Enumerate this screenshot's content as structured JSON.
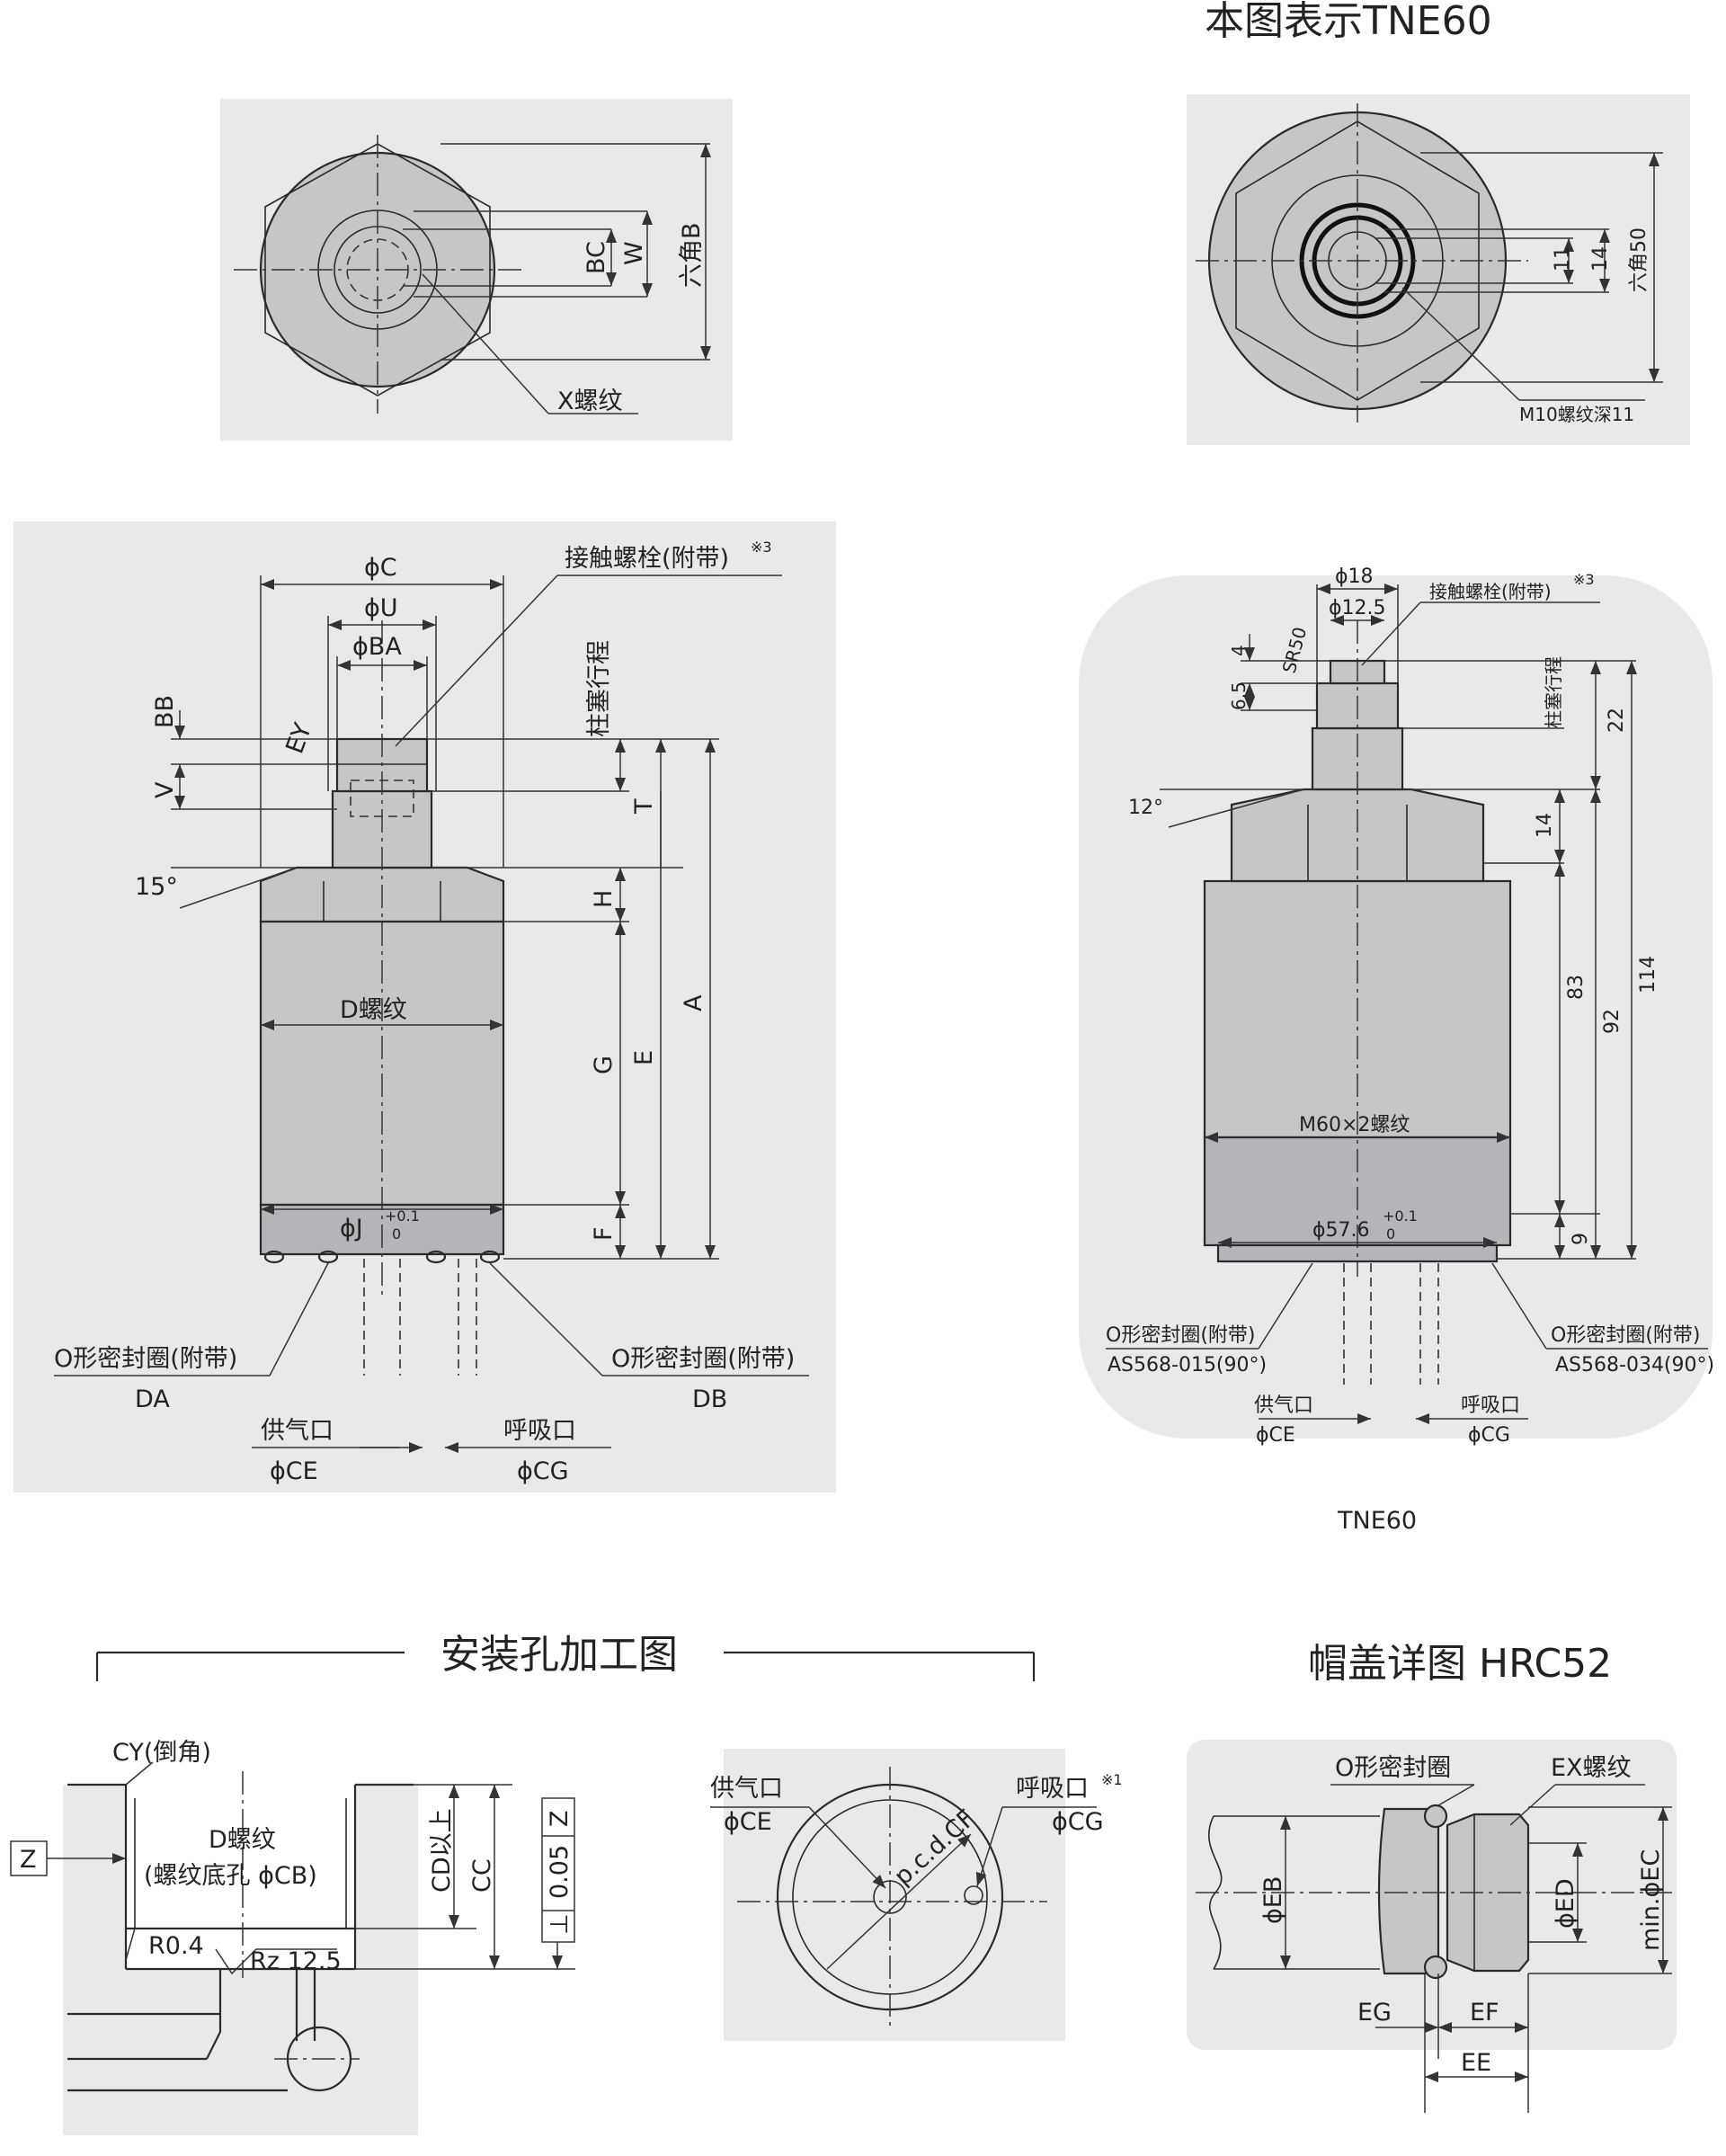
{
  "tne60_title": "本图表示TNE60",
  "tne60_caption": "TNE60",
  "left_top": {
    "bc": "BC",
    "w": "W",
    "hex_b": "六角B",
    "x_thread": "X螺纹"
  },
  "right_top": {
    "d11": "11",
    "d14": "14",
    "hex50": "六角50",
    "m10": "M10螺纹深11"
  },
  "left_side": {
    "phi_c": "ϕC",
    "phi_u": "ϕU",
    "phi_ba": "ϕBA",
    "contact_bolt": "接触螺栓(附带)",
    "note3": "※3",
    "bb": "BB",
    "ey": "EY",
    "v": "V",
    "angle15": "15°",
    "plunger_stroke": "柱塞行程",
    "t": "T",
    "h": "H",
    "g": "G",
    "e": "E",
    "a": "A",
    "f": "F",
    "d_thread": "D螺纹",
    "phi_j": "ϕJ",
    "tol_plus": "+0.1",
    "tol_zero": "0",
    "oring_a": "O形密封圈(附带)",
    "da": "DA",
    "oring_b": "O形密封圈(附带)",
    "db": "DB",
    "supply": "供气口",
    "phi_ce": "ϕCE",
    "breath": "呼吸口",
    "phi_cg": "ϕCG"
  },
  "right_side": {
    "phi18": "ϕ18",
    "phi125": "ϕ12.5",
    "contact_bolt": "接触螺栓(附带)",
    "note3": "※3",
    "d4": "4",
    "sr50": "SR50",
    "d65": "6.5",
    "angle12": "12°",
    "plunger_stroke": "柱塞行程",
    "d22": "22",
    "d14": "14",
    "d83": "83",
    "d92": "92",
    "d114": "114",
    "d9": "9",
    "m60": "M60×2螺纹",
    "phi576": "ϕ57.6",
    "tol_plus": "+0.1",
    "tol_zero": "0",
    "oring_a": "O形密封圈(附带)",
    "as015": "AS568-015(90°)",
    "oring_b": "O形密封圈(附带)",
    "as034": "AS568-034(90°)",
    "supply": "供气口",
    "phi_ce": "ϕCE",
    "breath": "呼吸口",
    "phi_cg": "ϕCG"
  },
  "mount_hole": {
    "title": "安装孔加工图",
    "cy": "CY(倒角)",
    "z": "Z",
    "d_thread": "D螺纹",
    "bore": "(螺纹底孔 ϕCB)",
    "cd": "CD以上",
    "cc": "CC",
    "perp": "⊥",
    "tol": "0.05",
    "z_ref": "Z",
    "r04": "R0.4",
    "rz": "Rz 12.5",
    "supply": "供气口",
    "phi_ce": "ϕCE",
    "breath": "呼吸口",
    "note1": "※1",
    "phi_cg": "ϕCG",
    "pcd": "p.c.d.CF"
  },
  "cap_detail": {
    "title": "帽盖详图 HRC52",
    "oring": "O形密封圈",
    "ex": "EX螺纹",
    "eb": "ϕEB",
    "ed": "ϕED",
    "ec": "min.ϕEC",
    "eg": "EG",
    "ef": "EF",
    "ee": "EE"
  }
}
